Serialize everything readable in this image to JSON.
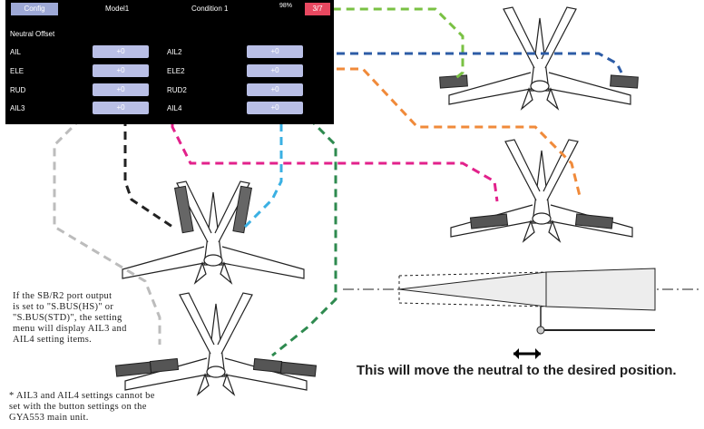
{
  "screen": {
    "tab_config": "Config",
    "model": "Model1",
    "condition": "Condition 1",
    "battery_percent": "98%",
    "page": "3/7",
    "title": "Neutral Offset",
    "rows": [
      {
        "left_label": "AIL",
        "left_value": "+0",
        "right_label": "AIL2",
        "right_value": "+0"
      },
      {
        "left_label": "ELE",
        "left_value": "+0",
        "right_label": "ELE2",
        "right_value": "+0"
      },
      {
        "left_label": "RUD",
        "left_value": "+0",
        "right_label": "RUD2",
        "right_value": "+0"
      },
      {
        "left_label": "AIL3",
        "left_value": "+0",
        "right_label": "AIL4",
        "right_value": "+0"
      }
    ]
  },
  "notes": {
    "sbus_note": [
      "If the SB/R2 port output",
      "is set to \"S.BUS(HS)\" or",
      "\"S.BUS(STD)\", the setting",
      "menu will display AIL3 and",
      "AIL4 setting items."
    ],
    "ail_note": [
      "* AIL3 and AIL4 settings cannot be",
      "set with the button settings on the",
      "GYA553 main unit."
    ]
  },
  "headline": "This will move the neutral to the desired position.",
  "colors": {
    "ail": "#79c143",
    "ail2": "#2d5ca6",
    "ele": "#e2218b",
    "ele2": "#f08a3a",
    "rud": "#222222",
    "rud2": "#3ab0e3",
    "ail3": "#bcbcbc",
    "ail4": "#2e8a4f",
    "screen_button": "#b9bfe6",
    "page_badge": "#e84860"
  }
}
